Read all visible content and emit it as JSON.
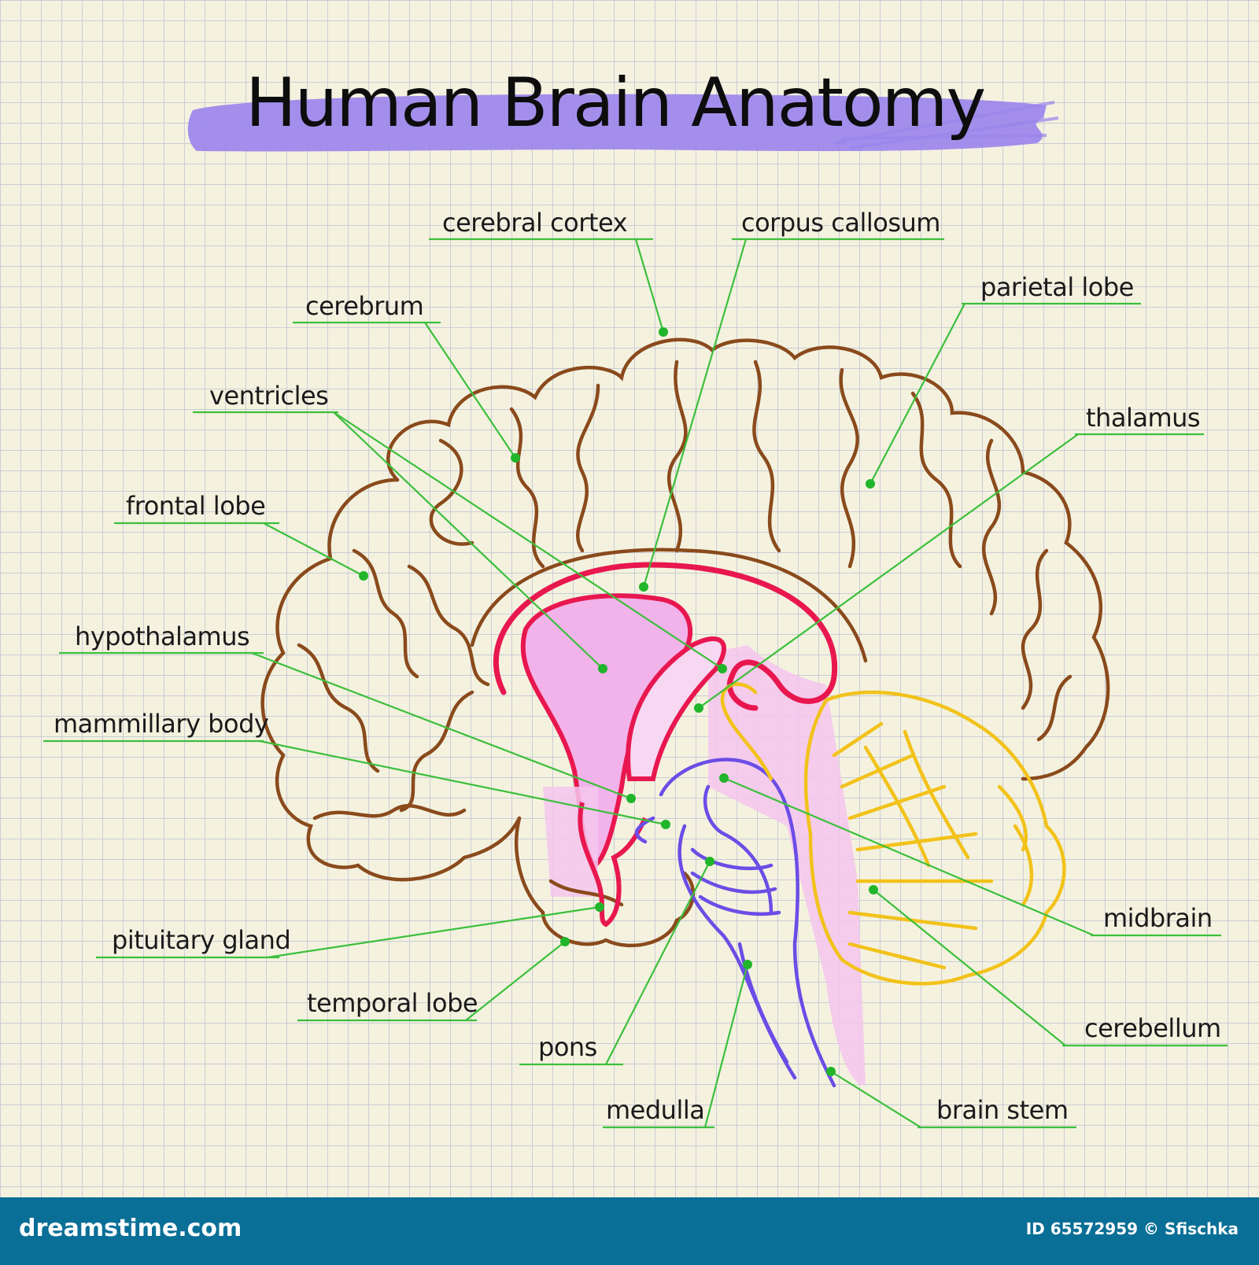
{
  "title": "Human Brain Anatomy",
  "colors": {
    "highlight": "#9a84ec",
    "cortex": "#8a4a1c",
    "corpus_callosum": "#e8174f",
    "ventricles_fill": "#e86fd6",
    "cerebellum": "#f2c21b",
    "brain_stem": "#6b4de6",
    "leader": "#3cbf3c",
    "footer": "#0a6f96"
  },
  "labels": {
    "cerebral_cortex": "cerebral cortex",
    "corpus_callosum": "corpus callosum",
    "cerebrum": "cerebrum",
    "parietal_lobe": "parietal lobe",
    "ventricles": "ventricles",
    "thalamus": "thalamus",
    "frontal_lobe": "frontal lobe",
    "hypothalamus": "hypothalamus",
    "mammillary_body": "mammillary body",
    "midbrain": "midbrain",
    "pituitary_gland": "pituitary gland",
    "cerebellum": "cerebellum",
    "temporal_lobe": "temporal lobe",
    "pons": "pons",
    "medulla": "medulla",
    "brain_stem": "brain stem"
  },
  "footer": {
    "brand": "dreamstime.com",
    "id_credit": "ID 65572959 © Sfischka"
  }
}
